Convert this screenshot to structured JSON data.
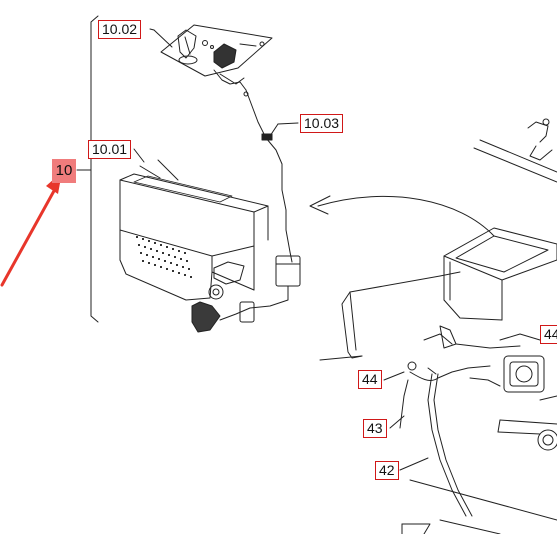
{
  "labels": {
    "l_10": "10",
    "l_10_01": "10.01",
    "l_10_02": "10.02",
    "l_10_03": "10.03",
    "l_42": "42",
    "l_43": "43",
    "l_44": "44",
    "l_44_partial": "44"
  },
  "colors": {
    "callout_border": "#d01818",
    "highlight_fill": "#f07c7c",
    "arrow_red": "#e8362b",
    "line": "#222222"
  }
}
